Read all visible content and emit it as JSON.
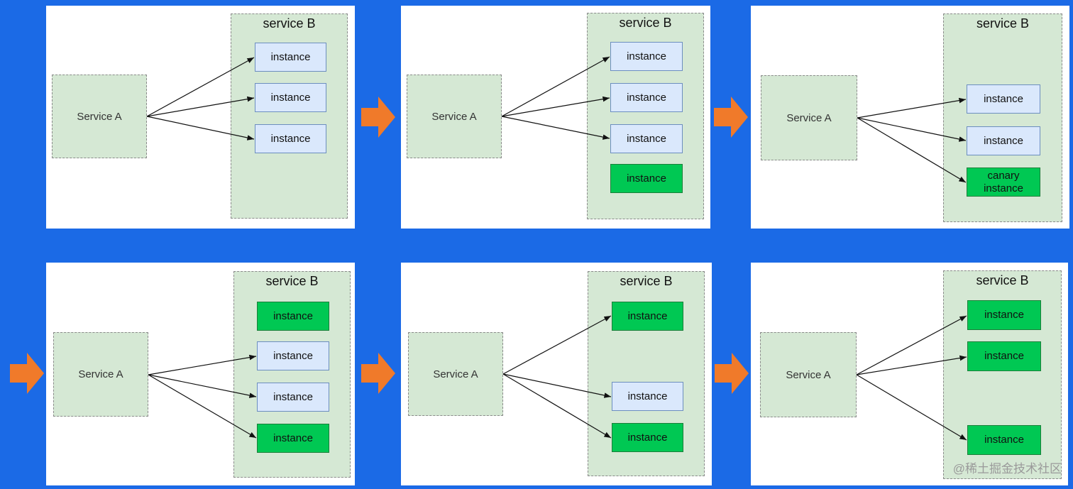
{
  "colors": {
    "background": "#1b6ae6",
    "panel": "#ffffff",
    "service_fill": "#d5e8d4",
    "old_instance_fill": "#dae8fc",
    "new_instance_fill": "#00c853",
    "step_arrow": "#f07a2a"
  },
  "icons": {
    "step_arrow": "orange-right-arrow-icon"
  },
  "panels": [
    {
      "service_a": "Service A",
      "service_b": "service B",
      "instances": [
        {
          "label": "instance",
          "kind": "old"
        },
        {
          "label": "instance",
          "kind": "old"
        },
        {
          "label": "instance",
          "kind": "old"
        }
      ]
    },
    {
      "service_a": "Service A",
      "service_b": "service B",
      "instances": [
        {
          "label": "instance",
          "kind": "old"
        },
        {
          "label": "instance",
          "kind": "old"
        },
        {
          "label": "instance",
          "kind": "old"
        },
        {
          "label": "instance",
          "kind": "new"
        }
      ]
    },
    {
      "service_a": "Service A",
      "service_b": "service B",
      "instances": [
        {
          "label": "instance",
          "kind": "old"
        },
        {
          "label": "instance",
          "kind": "old"
        },
        {
          "label": "canary instance",
          "kind": "new"
        }
      ]
    },
    {
      "service_a": "Service A",
      "service_b": "service B",
      "instances": [
        {
          "label": "instance",
          "kind": "new"
        },
        {
          "label": "instance",
          "kind": "old"
        },
        {
          "label": "instance",
          "kind": "old"
        },
        {
          "label": "instance",
          "kind": "new"
        }
      ]
    },
    {
      "service_a": "Service A",
      "service_b": "service B",
      "instances": [
        {
          "label": "instance",
          "kind": "new"
        },
        {
          "label": "instance",
          "kind": "old"
        },
        {
          "label": "instance",
          "kind": "new"
        }
      ]
    },
    {
      "service_a": "Service A",
      "service_b": "service B",
      "instances": [
        {
          "label": "instance",
          "kind": "new"
        },
        {
          "label": "instance",
          "kind": "new"
        },
        {
          "label": "instance",
          "kind": "new"
        }
      ]
    }
  ],
  "connections": [
    [
      0,
      1,
      2
    ],
    [
      0,
      1,
      2
    ],
    [
      0,
      1,
      2
    ],
    [
      1,
      2,
      3
    ],
    [
      0,
      1,
      2
    ],
    [
      0,
      1,
      2
    ]
  ],
  "watermark": "@稀土掘金技术社区"
}
